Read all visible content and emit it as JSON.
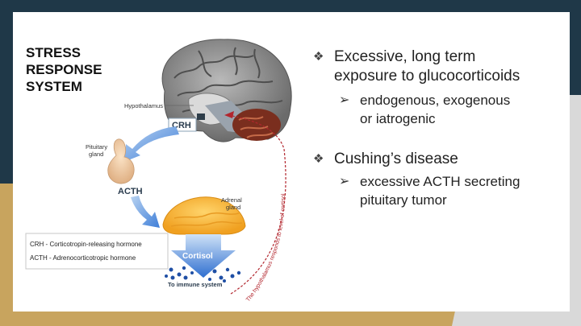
{
  "diagram": {
    "title_lines": [
      "STRESS",
      "RESPONSE",
      "SYSTEM"
    ],
    "labels": {
      "hypothalamus": "Hypothalamus",
      "crh": "CRH",
      "pituitary": [
        "Pituitary",
        "gland"
      ],
      "acth": "ACTH",
      "adrenal": [
        "Adrenal",
        "gland"
      ],
      "cortisol": "Cortisol",
      "immune": "To immune system",
      "feedback": "The hypothalamus responds to level of cortisol"
    },
    "legend": [
      "CRH - Corticotropin-releasing hormone",
      "ACTH - Adrenocorticotropic hormone"
    ]
  },
  "bullets": [
    {
      "symbol": "❖",
      "lines": [
        "Excessive, long term",
        "exposure to glucocorticoids"
      ],
      "sub": {
        "symbol": "➢",
        "lines": [
          "endogenous, exogenous",
          "or iatrogenic"
        ]
      }
    },
    {
      "symbol": "❖",
      "lines": [
        "Cushing’s disease"
      ],
      "sub": {
        "symbol": "➢",
        "lines": [
          "excessive ACTH secreting",
          "pituitary tumor"
        ]
      }
    }
  ]
}
